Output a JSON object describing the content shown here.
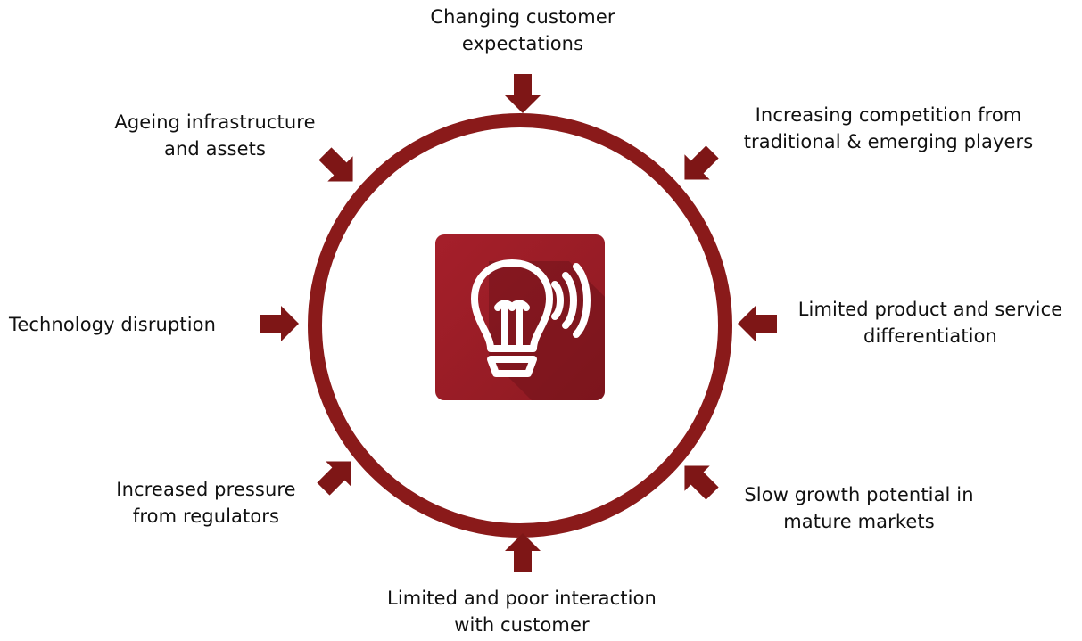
{
  "colors": {
    "ring": "#8a1a1a",
    "arrow": "#7e1616",
    "icon_bg_light": "#a01e28",
    "icon_bg_dark": "#6e1218",
    "icon_stroke": "#ffffff"
  },
  "center_icon": "lightbulb-with-sound-waves-icon",
  "factors": {
    "top": {
      "line1": "Changing customer",
      "line2": "expectations"
    },
    "top_right": {
      "line1": "Increasing competition from",
      "line2": "traditional & emerging players"
    },
    "right": {
      "line1": "Limited product and service",
      "line2": "differentiation"
    },
    "bottom_right": {
      "line1": "Slow growth potential in",
      "line2": "mature markets"
    },
    "bottom": {
      "line1": "Limited and poor interaction",
      "line2": "with customer"
    },
    "bottom_left": {
      "line1": "Increased pressure",
      "line2": "from regulators"
    },
    "left": {
      "line1": "Technology disruption"
    },
    "top_left": {
      "line1": "Ageing infrastructure",
      "line2": "and assets"
    }
  }
}
